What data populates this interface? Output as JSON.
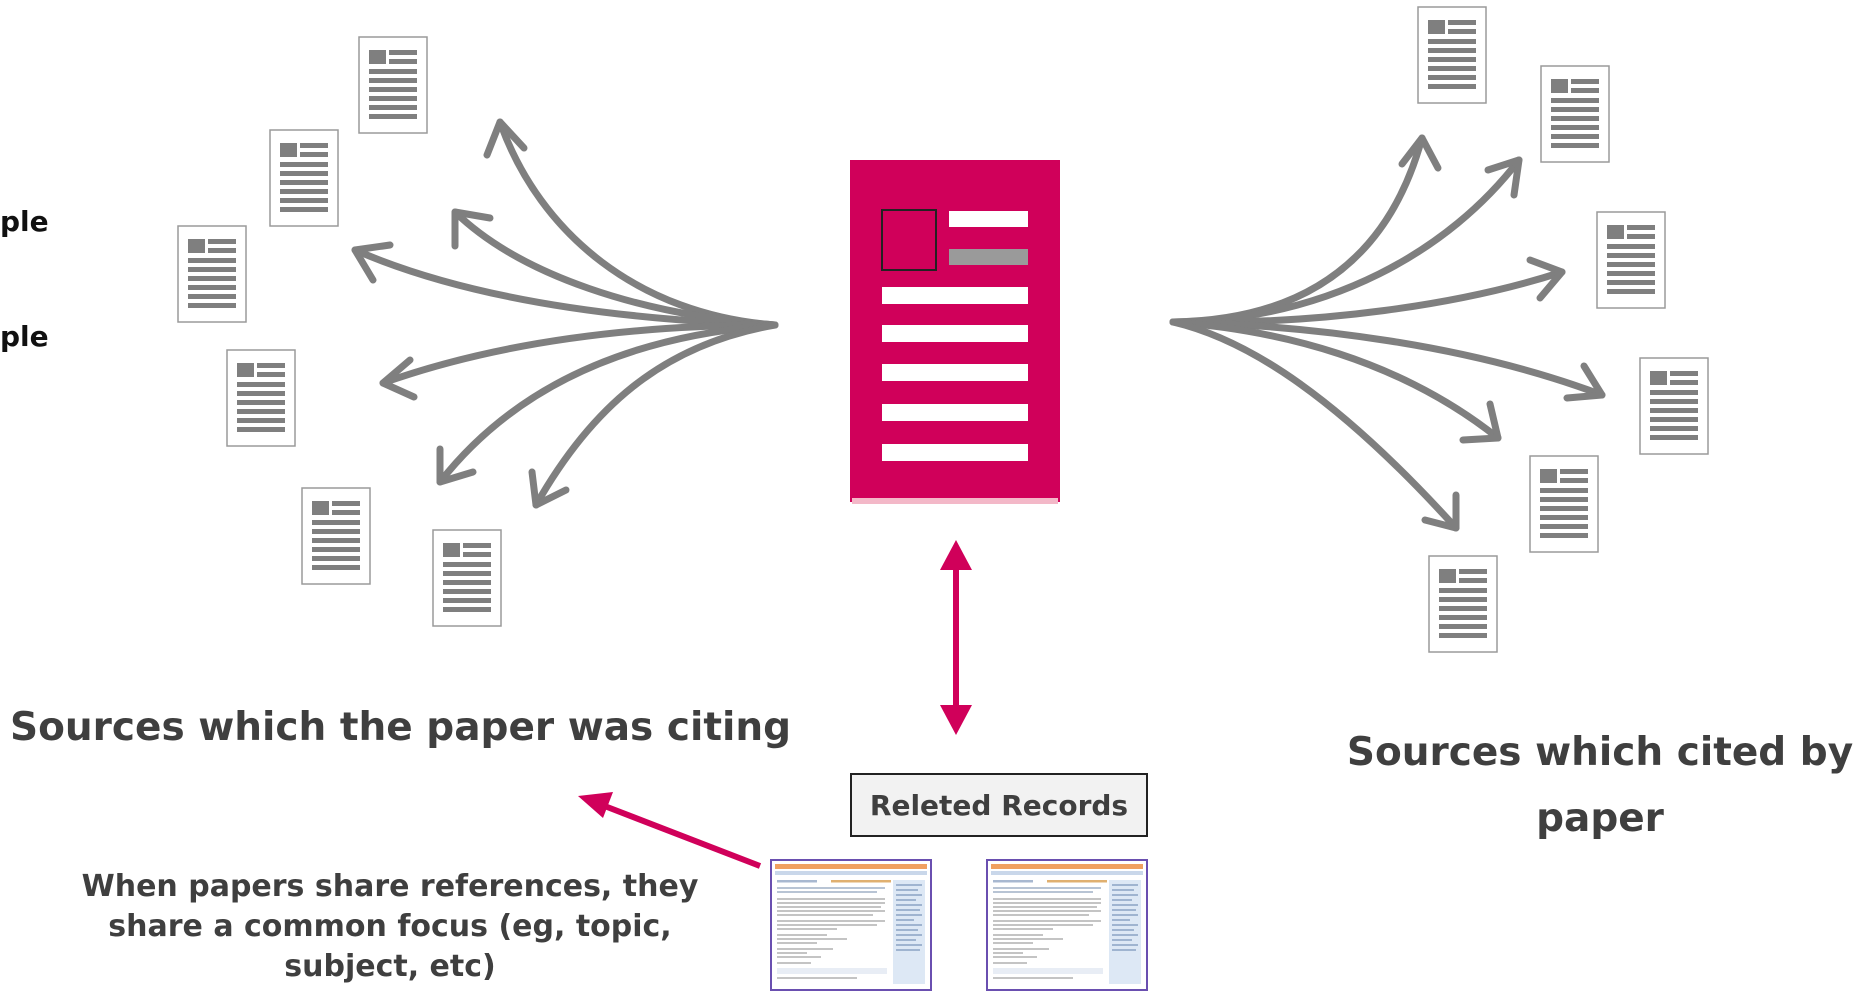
{
  "labels": {
    "left_fragment_1": "ple",
    "left_fragment_2": "ple",
    "citing": "Sources which the paper was citing",
    "cited": "Sources which cited by paper",
    "shared_refs": "When papers share references, they share a common focus (eg, topic, subject, etc)",
    "related_records": "Releted Records"
  },
  "colors": {
    "accent": "#d0005a",
    "arrow": "#7f7f7f",
    "text": "#3f3f3f",
    "doc_bar": "#7f7f7f"
  },
  "icons": {
    "central": "document-icon",
    "source": "document-icon",
    "record": "record-screenshot-thumbnail"
  }
}
